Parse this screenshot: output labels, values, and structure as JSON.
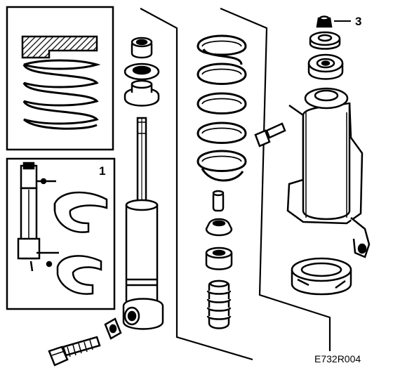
{
  "callouts": {
    "c1": "1",
    "c3": "3"
  },
  "figure_code": "E732R004",
  "icons": [
    "spring-detail-icon",
    "spring-compressor-tool-icon",
    "shock-absorber-icon",
    "coil-spring-icon",
    "strut-top-mount-icon",
    "bolt-icon",
    "nut-icon",
    "bump-stop-icon",
    "spring-seat-icon"
  ]
}
